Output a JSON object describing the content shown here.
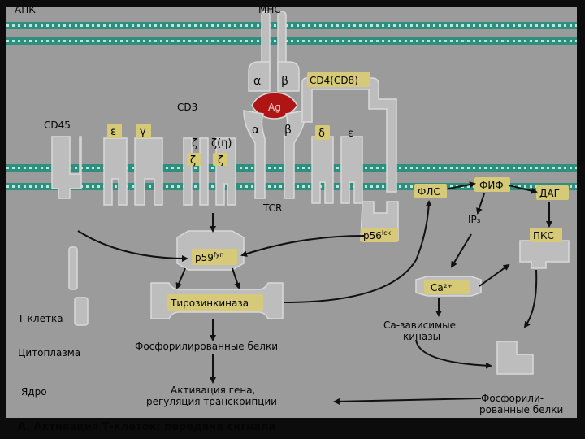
{
  "colors": {
    "background": "#9b9b9b",
    "frame": "#0c0c0c",
    "membrane": "#2f8f7e",
    "membrane_dot": "#bfe4dc",
    "protein_fill": "#bdbdbd",
    "protein_stroke": "#d9d9d9",
    "label_fill": "#d6c977",
    "antigen": "#b01515",
    "arrow": "#111111",
    "text": "#050505"
  },
  "labels": {
    "apc": "АПК",
    "mhc": "МНС",
    "cd4_cd8": "CD4(CD8)",
    "alpha_top": "α",
    "beta_top": "β",
    "antigen": "Ag",
    "cd3": "CD3",
    "cd45": "CD45",
    "epsilon_left": "ε",
    "gamma": "γ",
    "zeta_1": "ζ",
    "zeta_eta": "ζ(η)",
    "zeta_2": "ζ",
    "zeta_3": "ζ",
    "alpha_bottom": "α",
    "beta_bottom": "β",
    "delta": "δ",
    "epsilon_right": "ε",
    "tcr": "TCR",
    "plc": "ФЛС",
    "pip2": "ФИФ",
    "dag": "ДАГ",
    "ip3": "IP₃",
    "p56": "p56",
    "p56_sup": "lck",
    "p59": "p59",
    "p59_sup": "fyn",
    "pkc": "ПКС",
    "tyrosine_kinase": "Тирозинкиназа",
    "ca": "Ca²⁺",
    "ca_kinases_line1": "Са-зависимые",
    "ca_kinases_line2": "киназы",
    "t_cell": "Т-клетка",
    "cytoplasm": "Цитоплазма",
    "nucleus": "Ядро",
    "phos_proteins": "Фосфорилированные белки",
    "gene_line1": "Активация гена,",
    "gene_line2": "регуляция транскрипции",
    "phos_right_line1": "Фосфорили-",
    "phos_right_line2": "рованные белки",
    "caption": "А. Активация Т-клеток: передача сигнала"
  }
}
